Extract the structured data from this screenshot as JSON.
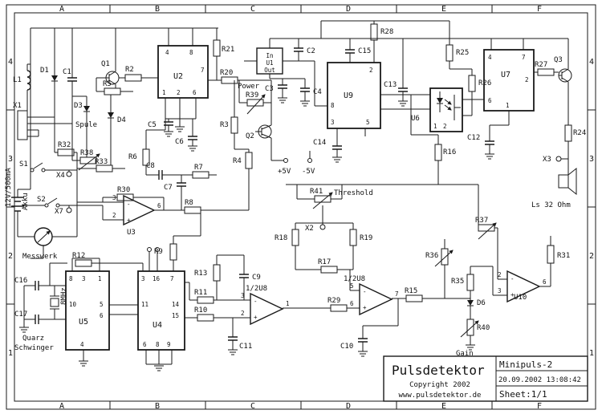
{
  "frame": {
    "columns": [
      "A",
      "B",
      "C",
      "D",
      "E",
      "F"
    ],
    "rows": [
      "4",
      "3",
      "2",
      "1"
    ]
  },
  "title_block": {
    "title": "Pulsdetektor",
    "copyright": "Copyright 2002",
    "website": "www.pulsdetektor.de",
    "project": "Minipuls-2",
    "datetime": "20.09.2002 13:08:42",
    "sheet": "Sheet:1/1"
  },
  "designators": {
    "L1": "L1",
    "D1": "D1",
    "C1": "C1",
    "Q1": "Q1",
    "R2": "R2",
    "U2": "U2",
    "R21": "R21",
    "R20": "R20",
    "R39": "R39",
    "R3": "R3",
    "Q2": "Q2",
    "R4": "R4",
    "C5": "C5",
    "C6": "C6",
    "R5": "R5",
    "D3": "D3",
    "D4": "D4",
    "X1": "X1",
    "R32": "R32",
    "R38": "R38",
    "R33": "R33",
    "S1": "S1",
    "S2": "S2",
    "X4": "X4",
    "X7": "X7",
    "R6": "R6",
    "C8": "C8",
    "C7": "C7",
    "R7": "R7",
    "R8": "R8",
    "R30": "R30",
    "U3": "U3",
    "U1": "U1",
    "C2": "C2",
    "C3": "C3",
    "C4": "C4",
    "R28": "R28",
    "C15": "C15",
    "U9": "U9",
    "C14": "C14",
    "C13": "C13",
    "U6": "U6",
    "R25": "R25",
    "R26": "R26",
    "U7": "U7",
    "R27": "R27",
    "Q3": "Q3",
    "R24": "R24",
    "X3": "X3",
    "R16": "R16",
    "C12": "C12",
    "R41": "R41",
    "X2": "X2",
    "R18": "R18",
    "R19": "R19",
    "R17": "R17",
    "R15": "R15",
    "R36": "R36",
    "R35": "R35",
    "D6": "D6",
    "R37": "R37",
    "R31": "R31",
    "U10": "U10",
    "R40": "R40",
    "R29": "R29",
    "C10": "C10",
    "C11": "C11",
    "R11": "R11",
    "R10": "R10",
    "C9": "C9",
    "R13": "R13",
    "R9": "R9",
    "R12": "R12",
    "U5": "U5",
    "U4": "U4",
    "C16": "C16",
    "C17": "C17"
  },
  "annotations": {
    "power": "Power",
    "threshold": "Threshold",
    "gain": "Gain",
    "spule": "Spule",
    "akku": "Akku",
    "supply": "12V/500mA",
    "messwerk": "Messwerk",
    "quarz": "Quarz",
    "schwinger": "Schwinger",
    "mhz": "8MHz",
    "plus5": "+5V",
    "minus5": "-5V",
    "in": "In",
    "out": "Out",
    "speaker": "Ls 32 Ohm",
    "half_u8": "1/2U8"
  },
  "symbols": {
    "plus": "+",
    "minus": "-"
  },
  "pins": {
    "u2": [
      "4",
      "8",
      "7",
      "1",
      "2",
      "6"
    ],
    "u9": [
      "2",
      "8",
      "3",
      "5"
    ],
    "u7": [
      "4",
      "7",
      "2",
      "6",
      "1"
    ],
    "u6": [
      "1",
      "2"
    ],
    "u3": [
      "3",
      "2",
      "6"
    ],
    "u5": [
      "8",
      "3",
      "1",
      "10",
      "5",
      "6",
      "4"
    ],
    "u4": [
      "3",
      "16",
      "7",
      "11",
      "14",
      "15",
      "6",
      "8",
      "9"
    ],
    "opa": [
      "3",
      "2",
      "1"
    ],
    "opb": [
      "5",
      "6",
      "7"
    ],
    "u10": [
      "2",
      "3",
      "6"
    ]
  }
}
